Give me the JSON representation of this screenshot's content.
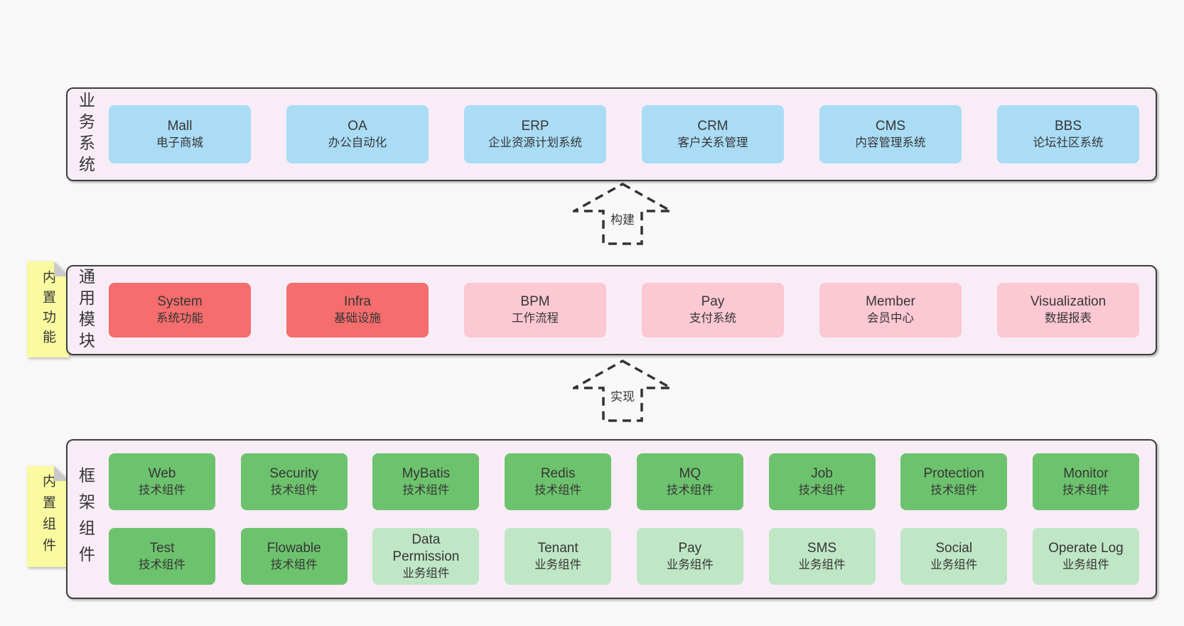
{
  "colors": {
    "page-bg": "#f8f8f8",
    "panel-bg": "#f8edf6",
    "panel-border": "#3e3e3e",
    "box-blue": "#aadcf6",
    "box-red": "#f56d6d",
    "box-pink": "#fbc8d3",
    "box-green": "#6dc36d",
    "box-green-light": "#bfe6c5",
    "sticky-yellow": "#fafaa0",
    "sticky-fold": "#c9c9c9",
    "text": "#363636",
    "arrow": "#333333"
  },
  "arrows": [
    {
      "label": "构建"
    },
    {
      "label": "实现"
    }
  ],
  "sections": [
    {
      "label": "业务系统",
      "sticky": null,
      "rows": [
        [
          {
            "name": "Mall",
            "desc": "电子商城",
            "variant": "blue"
          },
          {
            "name": "OA",
            "desc": "办公自动化",
            "variant": "blue"
          },
          {
            "name": "ERP",
            "desc": "企业资源计划系统",
            "variant": "blue"
          },
          {
            "name": "CRM",
            "desc": "客户关系管理",
            "variant": "blue"
          },
          {
            "name": "CMS",
            "desc": "内容管理系统",
            "variant": "blue"
          },
          {
            "name": "BBS",
            "desc": "论坛社区系统",
            "variant": "blue"
          }
        ]
      ]
    },
    {
      "label": "通用模块",
      "sticky": "内置功能",
      "rows": [
        [
          {
            "name": "System",
            "desc": "系统功能",
            "variant": "red"
          },
          {
            "name": "Infra",
            "desc": "基础设施",
            "variant": "red"
          },
          {
            "name": "BPM",
            "desc": "工作流程",
            "variant": "pink"
          },
          {
            "name": "Pay",
            "desc": "支付系统",
            "variant": "pink"
          },
          {
            "name": "Member",
            "desc": "会员中心",
            "variant": "pink"
          },
          {
            "name": "Visualization",
            "desc": "数据报表",
            "variant": "pink"
          }
        ]
      ]
    },
    {
      "label": "框架组件",
      "sticky": "内置组件",
      "rows": [
        [
          {
            "name": "Web",
            "desc": "技术组件",
            "variant": "green"
          },
          {
            "name": "Security",
            "desc": "技术组件",
            "variant": "green"
          },
          {
            "name": "MyBatis",
            "desc": "技术组件",
            "variant": "green"
          },
          {
            "name": "Redis",
            "desc": "技术组件",
            "variant": "green"
          },
          {
            "name": "MQ",
            "desc": "技术组件",
            "variant": "green"
          },
          {
            "name": "Job",
            "desc": "技术组件",
            "variant": "green"
          },
          {
            "name": "Protection",
            "desc": "技术组件",
            "variant": "green"
          },
          {
            "name": "Monitor",
            "desc": "技术组件",
            "variant": "green"
          }
        ],
        [
          {
            "name": "Test",
            "desc": "技术组件",
            "variant": "green"
          },
          {
            "name": "Flowable",
            "desc": "技术组件",
            "variant": "green"
          },
          {
            "name": "Data Permission",
            "desc": "业务组件",
            "variant": "green-light"
          },
          {
            "name": "Tenant",
            "desc": "业务组件",
            "variant": "green-light"
          },
          {
            "name": "Pay",
            "desc": "业务组件",
            "variant": "green-light"
          },
          {
            "name": "SMS",
            "desc": "业务组件",
            "variant": "green-light"
          },
          {
            "name": "Social",
            "desc": "业务组件",
            "variant": "green-light"
          },
          {
            "name": "Operate Log",
            "desc": "业务组件",
            "variant": "green-light"
          }
        ]
      ]
    }
  ]
}
